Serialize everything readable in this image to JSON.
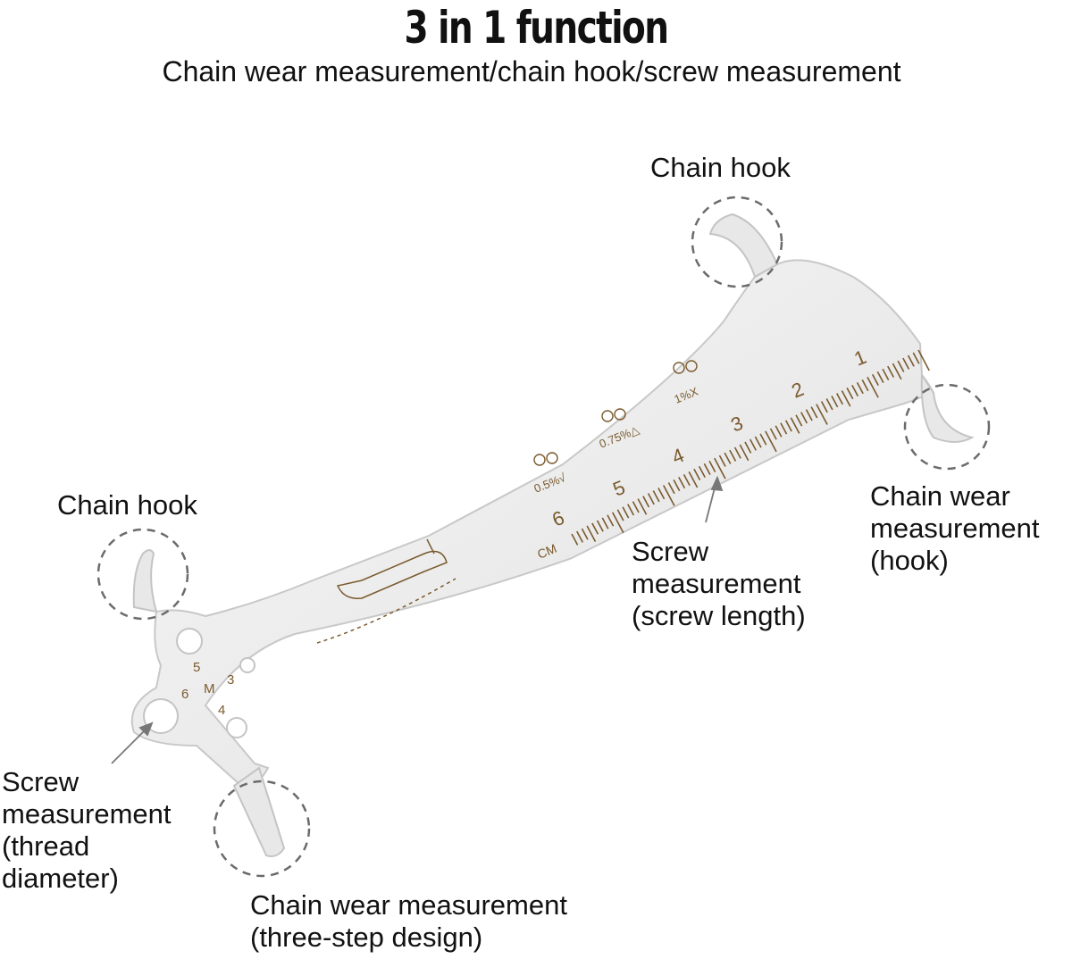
{
  "title": "3 in 1 function",
  "subtitle": "Chain wear measurement/chain hook/screw measurement",
  "labels": {
    "hook_top": "Chain hook",
    "hook_left": "Chain hook",
    "wear_hook": [
      "Chain wear",
      "measurement",
      "(hook)"
    ],
    "screw_length": [
      "Screw",
      "measurement",
      "(screw length)"
    ],
    "thread": [
      "Screw",
      "measurement",
      "(thread",
      "diameter)"
    ],
    "wear_three": [
      "Chain wear measurement",
      "(three-step design)"
    ]
  },
  "tool": {
    "ruler_numbers": [
      "1",
      "2",
      "3",
      "4",
      "5",
      "6"
    ],
    "ruler_unit": "CM",
    "wear_marks": [
      "0.5%√",
      "0.75%△",
      "1%X"
    ],
    "hole_labels": [
      "5",
      "6",
      "M",
      "3",
      "4"
    ]
  },
  "colors": {
    "metal": "#eeeeee",
    "metal_edge": "#c9c9c9",
    "engrave": "#7a5a2e",
    "dash": "#6b6b6b"
  }
}
